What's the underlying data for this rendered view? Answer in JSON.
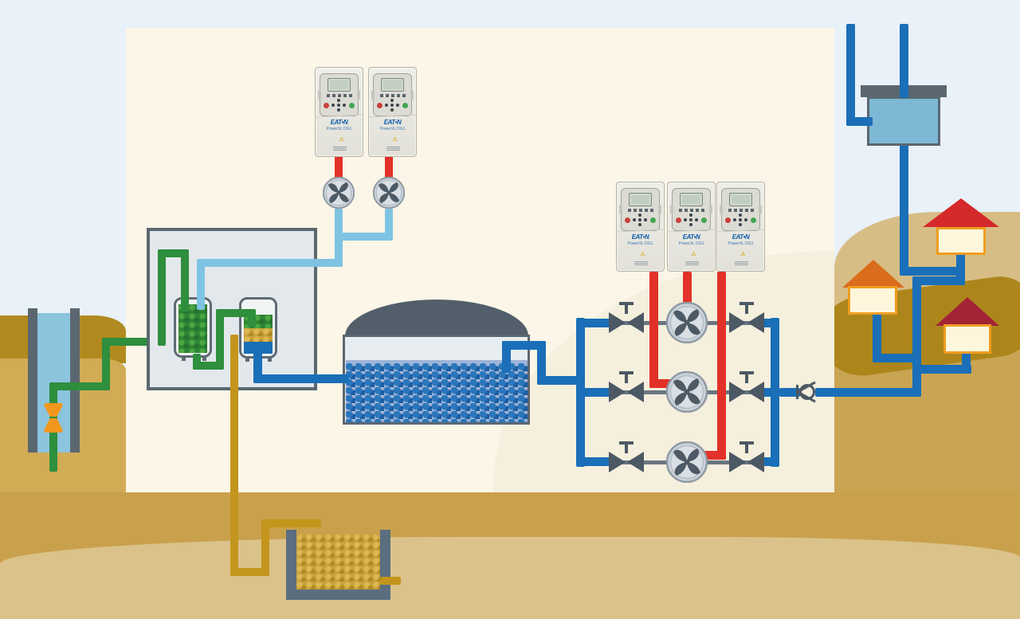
{
  "diagram": {
    "name": "water-treatment-and-distribution-schematic"
  },
  "drive": {
    "logo": "EAT•N",
    "model": "PowerXL DG1"
  },
  "icons": {
    "warning": "⚠",
    "blower_fan": "pinwheel-fan",
    "pump_fan": "pinwheel-fan",
    "gate_valve": "bowtie-valve",
    "check_valve": "circle-chevron-valve",
    "submersible_pump": "hourglass-pump"
  },
  "equipment": {
    "vfd_drives_top_row": 2,
    "vfd_drives_middle_row": 3,
    "aeration_blowers": 2,
    "distribution_pumps": 3,
    "isolation_valves": 6,
    "check_valves": 1,
    "houses": 3,
    "wells": 1,
    "reservoirs": 1,
    "water_towers": 1,
    "treatment_vessels": 2,
    "sludge_basins": 1
  },
  "colors": {
    "sky": "#e9f1f9",
    "plant_area": "#fbf6e7",
    "plant_dune": "#f5efdd",
    "cabinet_fill": "#e3e8ec",
    "equipment_gray": "#5b6770",
    "valve_gray": "#4c5864",
    "pipe_green": "#2e8f3d",
    "pipe_light_blue": "#7ec4e2",
    "pipe_blue": "#1a6fb8",
    "pipe_red": "#e23128",
    "pipe_ochre": "#c3951c",
    "well_water": "#8cc4de",
    "tower_water": "#7db8d4",
    "reservoir_water": "#2a77bd",
    "vessel_green": "#2f8433",
    "sludge": "#c9a23c",
    "pump_orange": "#f2971d",
    "ground_dark_tan": "#c9a14c",
    "ground_light_tan": "#dbc28a",
    "ground_olive": "#ac861b",
    "hill_tan": "#d7bd85",
    "left_band_gold": "#b18a1f",
    "roof_red": "#d5292b",
    "roof_orange": "#d96d1c",
    "roof_maroon": "#a32337",
    "house_body": "#fdf6dd",
    "house_border": "#ef9d20",
    "drive_body": "#e9e8e1",
    "drive_logo_blue": "#0a5bab"
  }
}
